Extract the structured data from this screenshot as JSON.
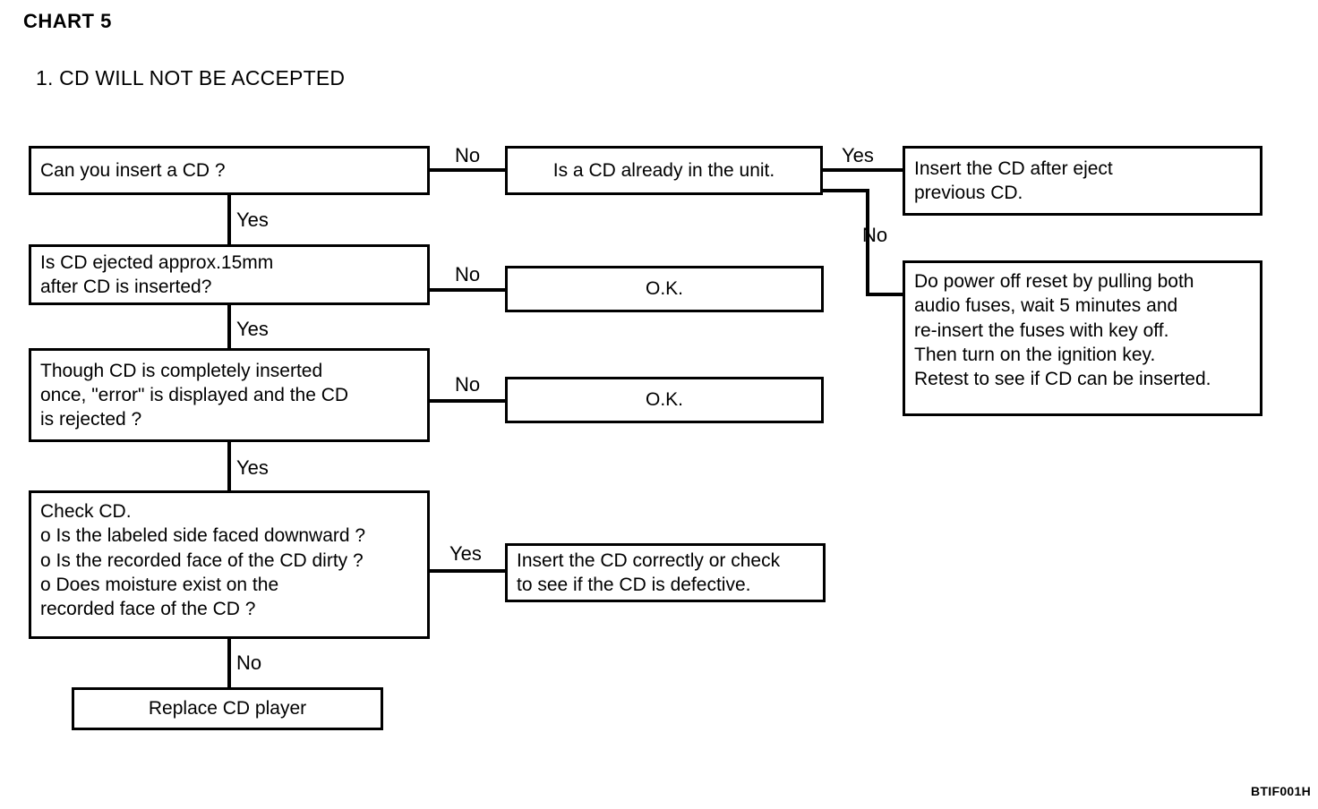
{
  "document": {
    "chart_title": "CHART 5",
    "section_title": "1.  CD WILL NOT BE ACCEPTED",
    "footer_code": "BTIF001H"
  },
  "flowchart": {
    "type": "flowchart",
    "nodes": [
      {
        "id": "q1",
        "text": "Can you insert a CD ?",
        "align": "left"
      },
      {
        "id": "q2",
        "text": "Is a CD already in the unit.",
        "align": "center"
      },
      {
        "id": "a1",
        "text": "Insert the CD after eject\nprevious CD.",
        "align": "left"
      },
      {
        "id": "a2",
        "text": "Do power off reset by pulling both\naudio fuses, wait 5 minutes and\nre-insert the fuses with key off.\nThen turn on the ignition key.\nRetest to see  if CD can be inserted.",
        "align": "left"
      },
      {
        "id": "q3",
        "text": "Is CD ejected approx.15mm\nafter CD is inserted?",
        "align": "left"
      },
      {
        "id": "ok1",
        "text": "O.K.",
        "align": "center"
      },
      {
        "id": "q4",
        "text": "Though CD is completely inserted\nonce, \"error\" is displayed and the CD\nis rejected ?",
        "align": "left"
      },
      {
        "id": "ok2",
        "text": "O.K.",
        "align": "center"
      },
      {
        "id": "q5",
        "text": "Check CD.\no Is the labeled side faced downward ?\no Is the recorded face of the CD dirty ?\no Does moisture exist on the\n    recorded face of the CD ?",
        "align": "left"
      },
      {
        "id": "a3",
        "text": "Insert the CD correctly or check\nto see if the CD is defective.",
        "align": "left"
      },
      {
        "id": "end",
        "text": "Replace CD player",
        "align": "center"
      }
    ],
    "edge_labels": {
      "q1_no": "No",
      "q1_yes": "Yes",
      "q2_yes": "Yes",
      "q2_no": "No",
      "q3_no": "No",
      "q3_yes": "Yes",
      "q4_no": "No",
      "q4_yes": "Yes",
      "q5_yes": "Yes",
      "q5_no": "No"
    }
  }
}
